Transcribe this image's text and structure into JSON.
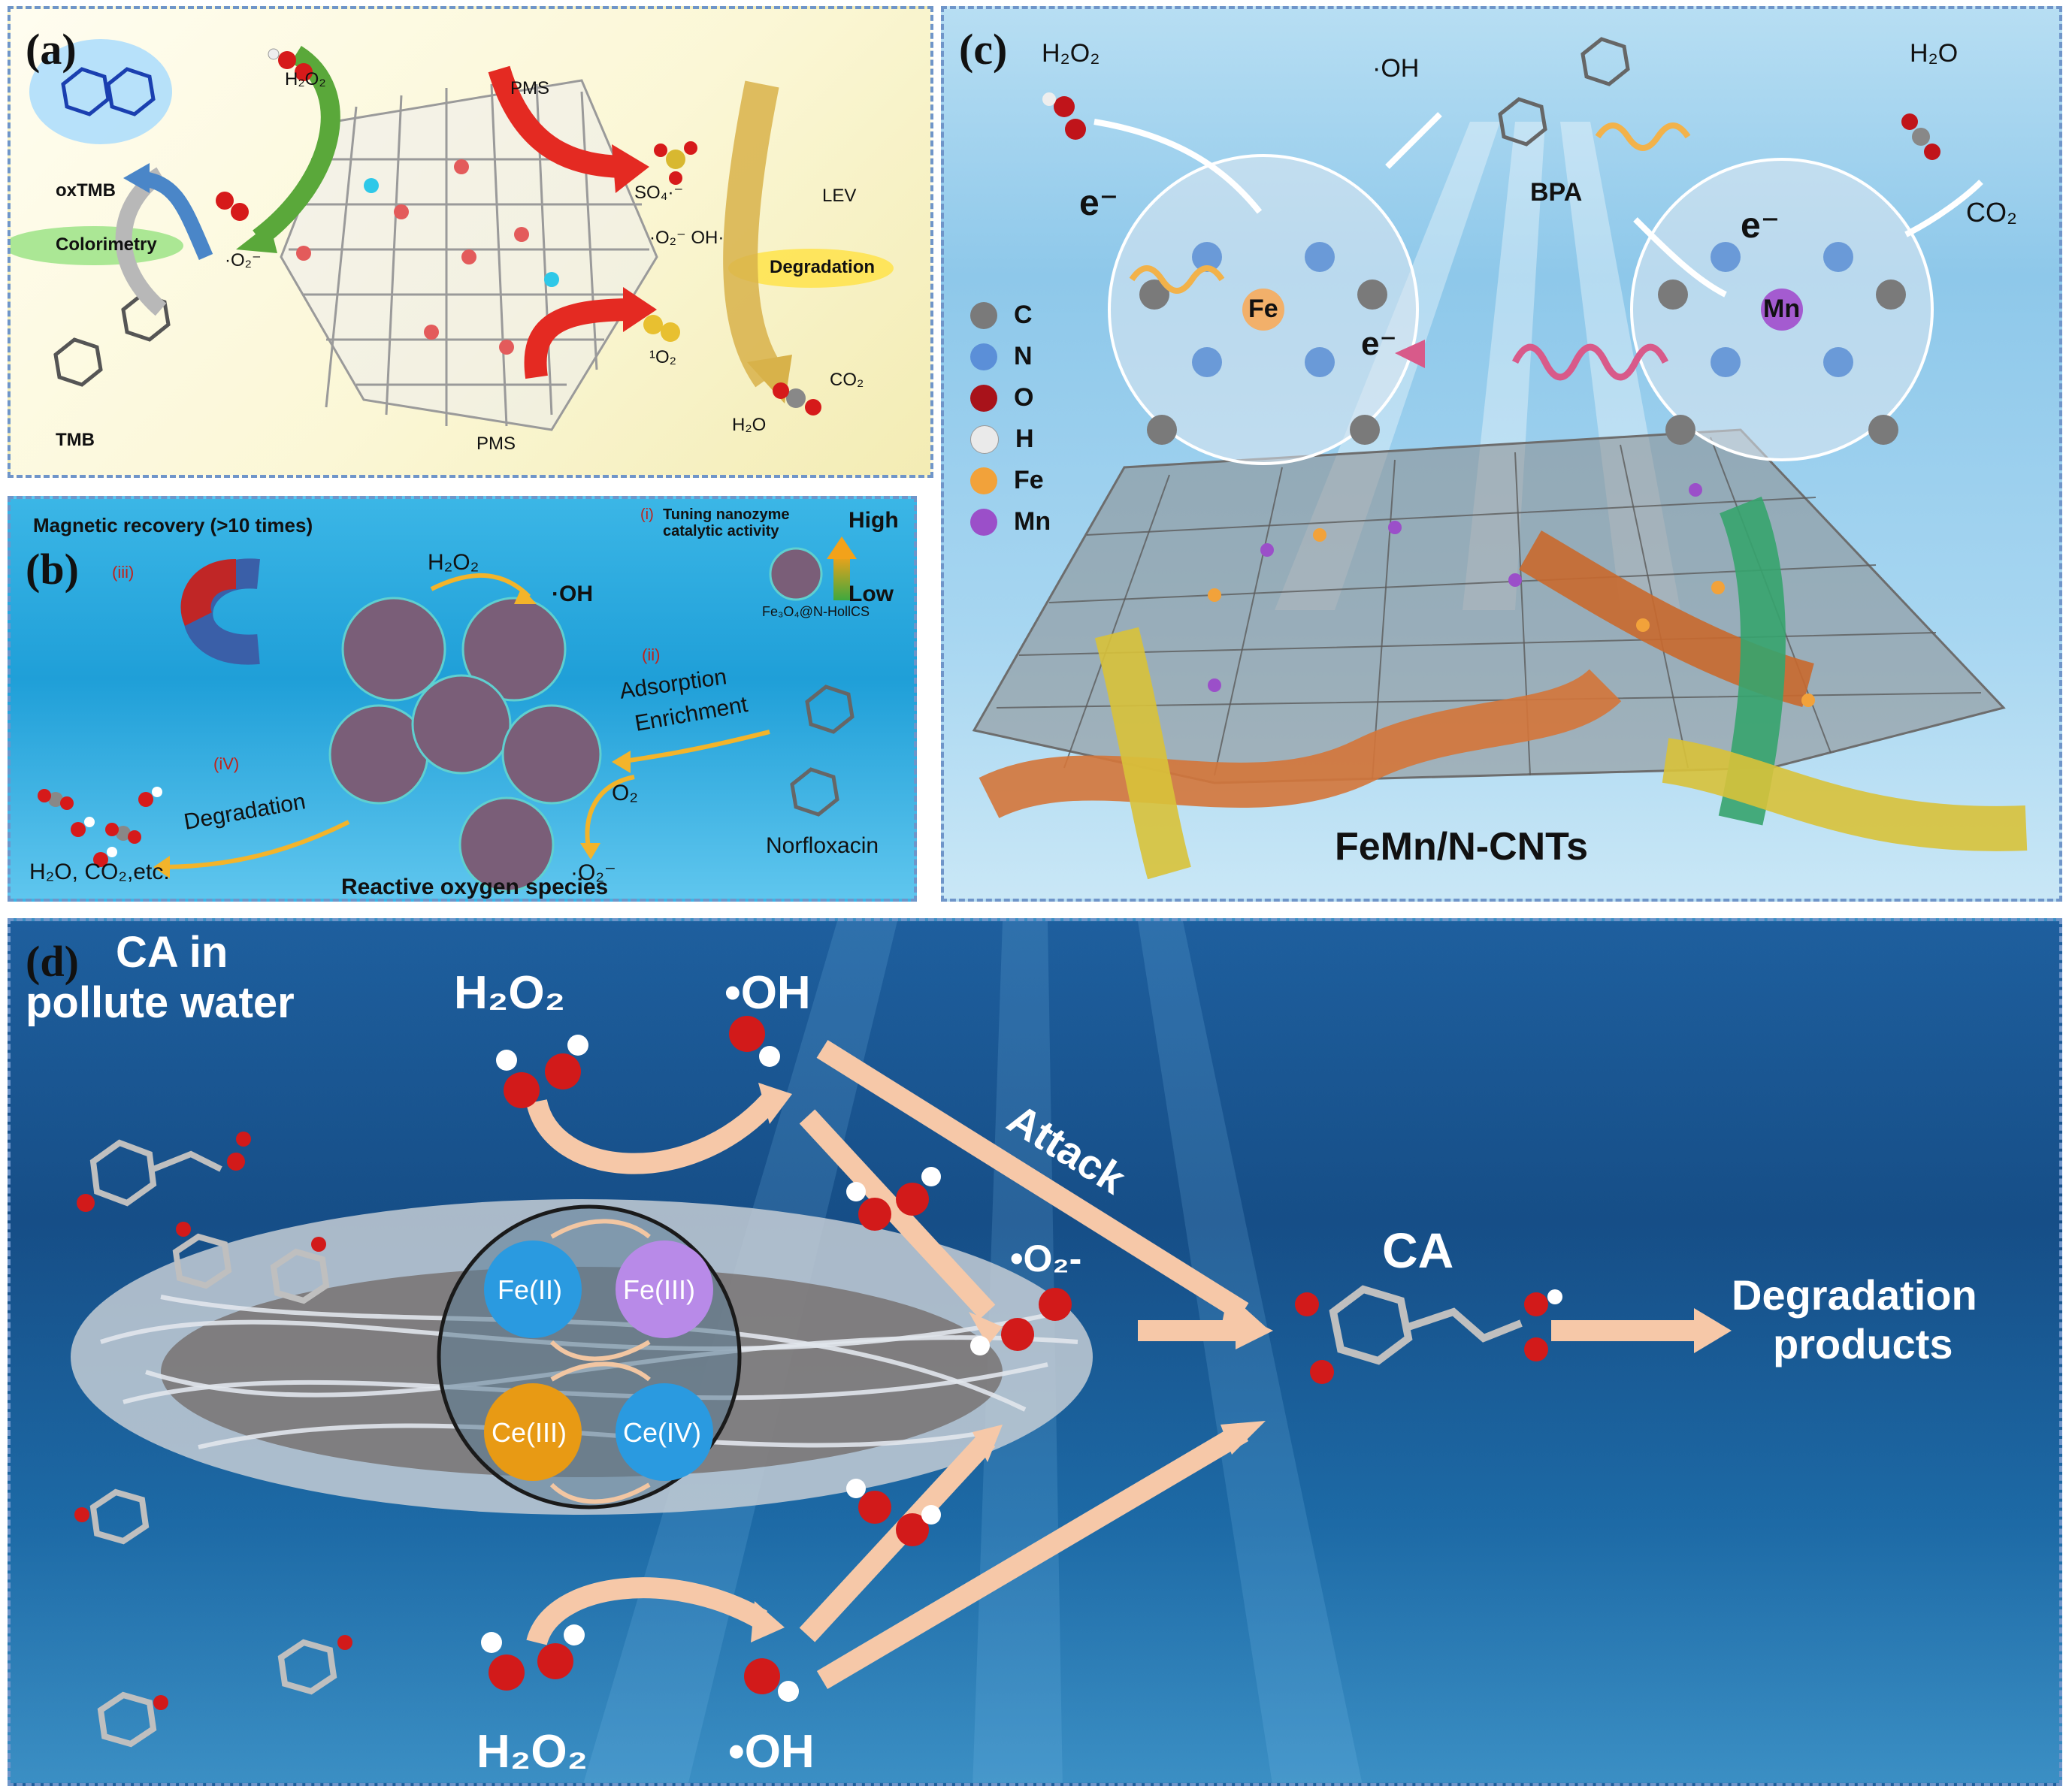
{
  "panel_a": {
    "label": "(a)",
    "h2o2": "H₂O₂",
    "pms_top": "PMS",
    "pms_bottom": "PMS",
    "so4": "SO₄·⁻",
    "o2_oh": "·O₂⁻ OH·",
    "lev": "LEV",
    "oxtmb": "oxTMB",
    "colorimetry": "Colorimetry",
    "o2_radical": "·O₂⁻",
    "degradation": "Degradation",
    "singlet_o2": "¹O₂",
    "co2": "CO₂",
    "h2o": "H₂O",
    "tmb": "TMB"
  },
  "panel_b": {
    "label": "(b)",
    "magnetic_recovery": "Magnetic recovery   (>10 times)",
    "step_i": "(i)",
    "tuning": "Tuning  nanozyme catalytic activity",
    "high": "High",
    "low": "Low",
    "step_iii": "(iii)",
    "h2o2": "H₂O₂",
    "oh": "·OH",
    "catalyst": "Fe₃O₄@N-HollCS",
    "step_ii": "(ii)",
    "adsorption": "Adsorption",
    "enrichment": "Enrichment",
    "step_iv": "(iV)",
    "degradation": "Degradation",
    "o2": "O₂",
    "o2_radical": "·O₂⁻",
    "products": "H₂O,  CO₂,etc.",
    "norfloxacin": "Norfloxacin",
    "ros": "Reactive oxygen species"
  },
  "panel_c": {
    "label": "(c)",
    "h2o2": "H₂O₂",
    "oh": "·OH",
    "h2o": "H₂O",
    "bpa": "BPA",
    "co2": "CO₂",
    "e_left": "e⁻",
    "e_right": "e⁻",
    "e_mid": "e⁻",
    "fe": "Fe",
    "mn": "Mn",
    "legend": [
      {
        "label": "C",
        "color": "#8a8a8a"
      },
      {
        "label": "N",
        "color": "#5b8fd8"
      },
      {
        "label": "O",
        "color": "#c0141a"
      },
      {
        "label": "H",
        "color": "#e8e8e8"
      },
      {
        "label": "Fe",
        "color": "#f2a23a"
      },
      {
        "label": "Mn",
        "color": "#9b4fc9"
      }
    ],
    "material": "FeMn/N-CNTs"
  },
  "panel_d": {
    "label": "(d)",
    "ca_in": "CA in",
    "pollute_water": "pollute water",
    "h2o2_top": "H₂O₂",
    "oh_top": "•OH",
    "attack": "Attack",
    "o2_radical": "•O₂-",
    "fe2": "Fe(II)",
    "fe3": "Fe(III)",
    "ce3": "Ce(III)",
    "ce4": "Ce(IV)",
    "ca": "CA",
    "degradation_products_1": "Degradation",
    "degradation_products_2": "products",
    "h2o2_bottom": "H₂O₂",
    "oh_bottom": "•OH"
  }
}
